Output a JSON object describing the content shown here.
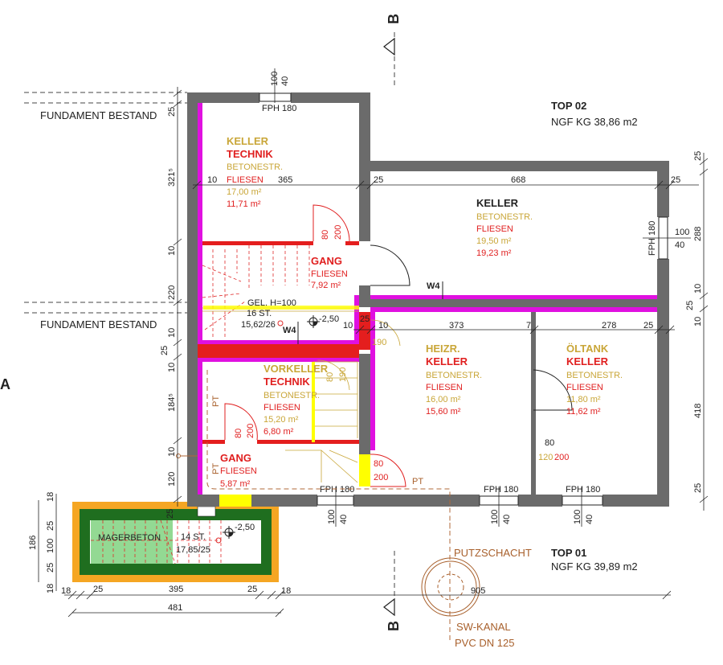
{
  "markers": {
    "section_a": "A",
    "section_b_top": "B",
    "section_b_bottom": "B"
  },
  "annotations": {
    "fundament_1": "FUNDAMENT BESTAND",
    "fundament_2": "FUNDAMENT BESTAND",
    "top02": "TOP 02",
    "top02_area": "NGF KG 38,86 m2",
    "top01": "TOP 01",
    "top01_area": "NGF KG 39,89 m2",
    "putzschacht": "PUTZSCHACHT",
    "sw_kanal": "SW-KANAL",
    "pvc": "PVC DN 125",
    "magerbeton": "MAGERBETON",
    "wall_w4_1": "W4",
    "wall_w4_2": "W4",
    "level_1": "-2,50",
    "level_2": "-2,50",
    "pt_1": "PT",
    "pt_2": "PT",
    "pt_3": "PT"
  },
  "stairs": {
    "main": {
      "railing": "GEL. H=100",
      "steps": "16 ST.",
      "ratio": "15,62/26"
    },
    "exterior": {
      "steps": "14 ST.",
      "ratio": "17,85/25"
    }
  },
  "rooms": {
    "keller_technik": {
      "name1": "KELLER",
      "name2": "TECHNIK",
      "floor1": "BETONESTR.",
      "floor2": "FLIESEN",
      "area1": "17,00 m²",
      "area2": "11,71 m²"
    },
    "gang_upper": {
      "name": "GANG",
      "floor": "FLIESEN",
      "area": "7,92 m²"
    },
    "keller": {
      "name": "KELLER",
      "floor1": "BETONESTR.",
      "floor2": "FLIESEN",
      "area1": "19,50 m²",
      "area2": "19,23 m²"
    },
    "heizr": {
      "name1": "HEIZR.",
      "name2": "KELLER",
      "floor1": "BETONESTR.",
      "floor2": "FLIESEN",
      "area1": "16,00 m²",
      "area2": "15,60 m²"
    },
    "oltank": {
      "name1": "ÖLTANK",
      "name2": "KELLER",
      "floor1": "BETONESTR.",
      "floor2": "FLIESEN",
      "area1": "11,80 m²",
      "area2": "11,62 m²"
    },
    "vorkeller": {
      "name1": "VORKELLER",
      "name2": "TECHNIK",
      "floor1": "BETONESTR.",
      "floor2": "FLIESEN",
      "area1": "15,20 m²",
      "area2": "6,80 m²"
    },
    "gang_lower": {
      "name": "GANG",
      "floor": "FLIESEN",
      "area": "5,87 m²"
    }
  },
  "windows": [
    {
      "label": "FPH 180",
      "width": "100",
      "height": "40"
    },
    {
      "label": "FPH 180",
      "width": "100",
      "height": "40"
    },
    {
      "label": "FPH 180",
      "width": "100",
      "height": "40"
    },
    {
      "label": "FPH 180",
      "width": "100",
      "height": "40"
    },
    {
      "label": "FPH 180",
      "width": "100",
      "height": "40"
    }
  ],
  "doors": [
    {
      "width": "80",
      "height": "200"
    },
    {
      "width": "80",
      "height": "200"
    },
    {
      "width": "80",
      "height": "200"
    },
    {
      "width": "80",
      "sill": "120",
      "height": "200"
    },
    {
      "width": "80",
      "height": "190"
    },
    {
      "height": "190"
    }
  ],
  "dimensions": {
    "top": [
      "10",
      "365",
      "25",
      "668",
      "25"
    ],
    "mid": [
      "25",
      "10",
      "373",
      "7",
      "278",
      "25",
      "10"
    ],
    "left": [
      "25",
      "321⁵",
      "10",
      "220",
      "10",
      "25",
      "10",
      "184⁵",
      "10",
      "120"
    ],
    "right": [
      "25",
      "288",
      "10",
      "25",
      "10",
      "418",
      "25"
    ],
    "bottom": [
      "18",
      "25",
      "395",
      "25",
      "18",
      "481",
      "905"
    ],
    "stair_left": [
      "186",
      "18",
      "25",
      "100",
      "25",
      "18",
      "25"
    ]
  }
}
